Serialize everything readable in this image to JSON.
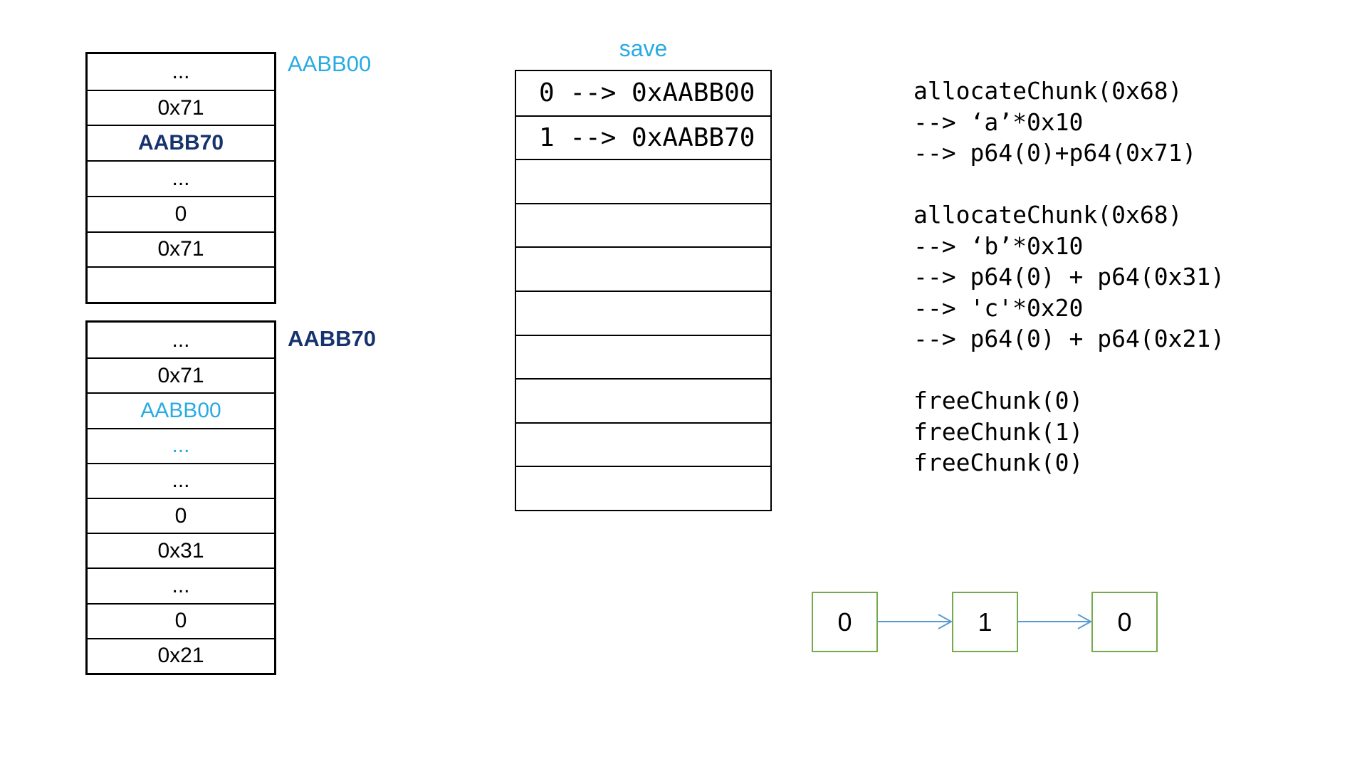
{
  "colors": {
    "accent_blue": "#29ABE2",
    "accent_navy": "#17336E",
    "node_green": "#74A94C",
    "arrow_blue": "#5B9BD5",
    "line_black": "#000000"
  },
  "memtable1": {
    "label": "AABB00",
    "rows": [
      {
        "text": "...",
        "cls": "cell"
      },
      {
        "text": "0x71",
        "cls": "cell"
      },
      {
        "text": "AABB70",
        "cls": "cell navy bold"
      },
      {
        "text": "...",
        "cls": "cell"
      },
      {
        "text": "0",
        "cls": "cell"
      },
      {
        "text": "0x71",
        "cls": "cell"
      },
      {
        "text": "",
        "cls": "cell"
      }
    ]
  },
  "memtable2": {
    "label": "AABB70",
    "rows": [
      {
        "text": "...",
        "cls": "cell"
      },
      {
        "text": "0x71",
        "cls": "cell"
      },
      {
        "text": "AABB00",
        "cls": "cell blue"
      },
      {
        "text": "...",
        "cls": "cell blue"
      },
      {
        "text": "...",
        "cls": "cell"
      },
      {
        "text": "0",
        "cls": "cell"
      },
      {
        "text": "0x31",
        "cls": "cell"
      },
      {
        "text": "...",
        "cls": "cell"
      },
      {
        "text": "0",
        "cls": "cell"
      },
      {
        "text": "0x21",
        "cls": "cell"
      }
    ]
  },
  "save": {
    "title": "save",
    "rows": [
      "0 --> 0xAABB00",
      "1 --> 0xAABB70",
      "",
      "",
      "",
      "",
      "",
      "",
      "",
      ""
    ]
  },
  "code": {
    "lines": [
      "allocateChunk(0x68)",
      "--> ‘a’*0x10",
      "--> p64(0)+p64(0x71)",
      "",
      "allocateChunk(0x68)",
      "--> ‘b’*0x10",
      "--> p64(0) + p64(0x31)",
      "--> 'c'*0x20",
      "--> p64(0) + p64(0x21)",
      "",
      "freeChunk(0)",
      "freeChunk(1)",
      "freeChunk(0)"
    ]
  },
  "fastbin": {
    "nodes": [
      "0",
      "1",
      "0"
    ]
  }
}
